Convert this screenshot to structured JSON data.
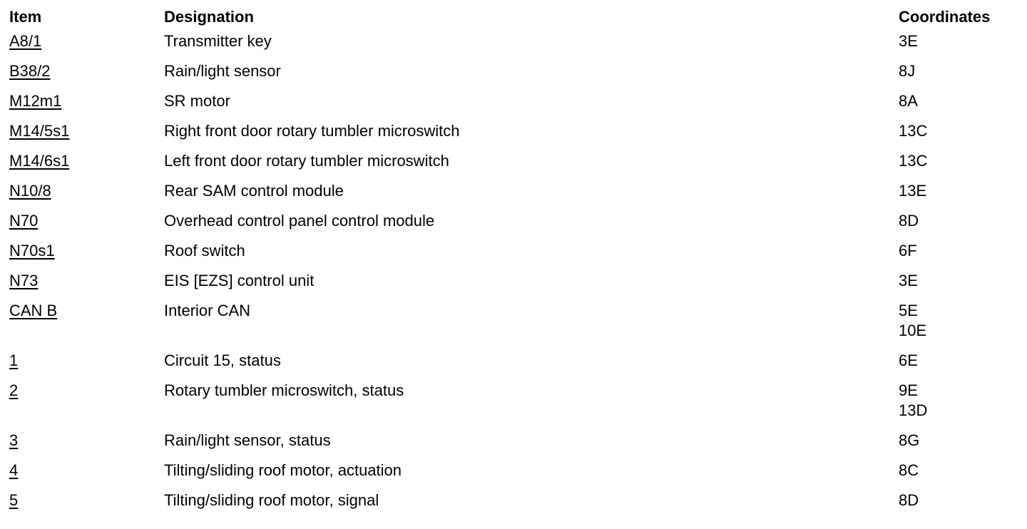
{
  "headers": {
    "item": "Item",
    "designation": "Designation",
    "coordinates": "Coordinates"
  },
  "rows": [
    {
      "item": "A8/1",
      "designation": "Transmitter key",
      "coordinates": [
        "3E"
      ]
    },
    {
      "item": "B38/2",
      "designation": "Rain/light sensor",
      "coordinates": [
        "8J"
      ]
    },
    {
      "item": "M12m1",
      "designation": "SR motor",
      "coordinates": [
        "8A"
      ]
    },
    {
      "item": "M14/5s1",
      "designation": "Right front door rotary tumbler microswitch",
      "coordinates": [
        "13C"
      ]
    },
    {
      "item": "M14/6s1",
      "designation": "Left front door rotary tumbler microswitch",
      "coordinates": [
        "13C"
      ]
    },
    {
      "item": "N10/8",
      "designation": "Rear SAM control module",
      "coordinates": [
        "13E"
      ]
    },
    {
      "item": "N70",
      "designation": "Overhead control panel control module",
      "coordinates": [
        "8D"
      ]
    },
    {
      "item": "N70s1",
      "designation": "Roof switch",
      "coordinates": [
        "6F"
      ]
    },
    {
      "item": "N73",
      "designation": "EIS [EZS] control unit",
      "coordinates": [
        "3E"
      ]
    },
    {
      "item": "CAN B",
      "designation": "Interior CAN",
      "coordinates": [
        "5E",
        "10E"
      ]
    },
    {
      "item": "1",
      "designation": "Circuit 15, status",
      "coordinates": [
        "6E"
      ]
    },
    {
      "item": "2",
      "designation": "Rotary tumbler microswitch, status",
      "coordinates": [
        "9E",
        "13D"
      ]
    },
    {
      "item": "3",
      "designation": "Rain/light sensor, status",
      "coordinates": [
        "8G"
      ]
    },
    {
      "item": "4",
      "designation": "Tilting/sliding roof motor, actuation",
      "coordinates": [
        "8C"
      ]
    },
    {
      "item": "5",
      "designation": "Tilting/sliding roof motor, signal",
      "coordinates": [
        "8D"
      ]
    }
  ]
}
